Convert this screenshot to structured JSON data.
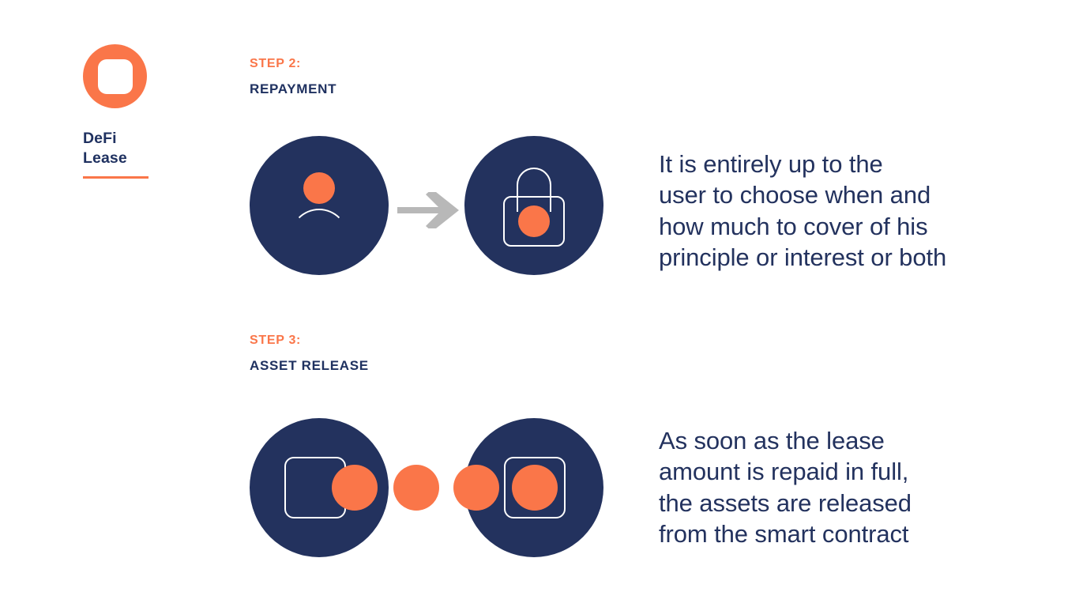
{
  "colors": {
    "background": "#ffffff",
    "navy": "#23325e",
    "navy_text": "#1f3160",
    "orange": "#fa7649",
    "arrow_gray": "#b8b8b8",
    "stroke_white": "#ffffff"
  },
  "brand": {
    "name": "DeFi\nLease",
    "mark": "rounded-square-in-circle-logo"
  },
  "steps": [
    {
      "kicker": "STEP 2:",
      "title": "REPAYMENT",
      "body": "It is entirely up to the\nuser to choose when and\nhow much to cover of his\nprinciple or interest or both",
      "icons": {
        "left": "person-icon",
        "connector": "arrow-right-icon",
        "right": "lock-icon"
      }
    },
    {
      "kicker": "STEP 3:",
      "title": "ASSET RELEASE",
      "body": "As soon as the lease\namount is repaid in full,\nthe assets are released\nfrom the smart contract",
      "icons": {
        "left": "asset-leaving-vault-icon",
        "connector": "token-in-transit-icon",
        "right": "asset-in-vault-icon"
      }
    }
  ]
}
